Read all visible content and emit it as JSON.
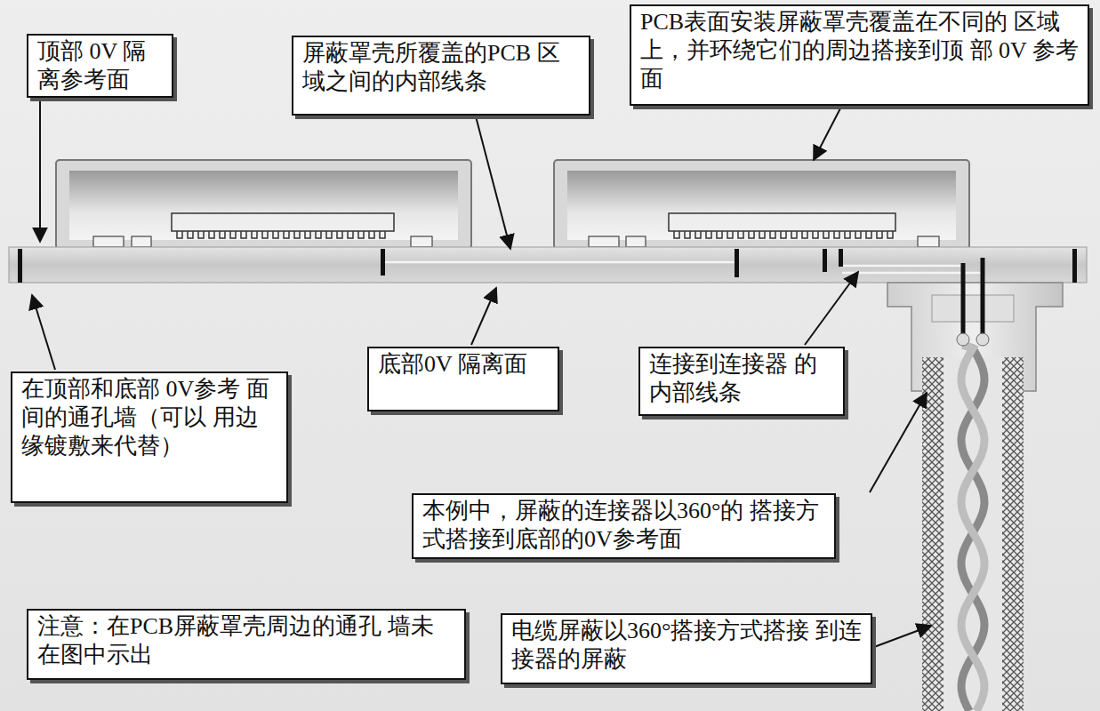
{
  "diagram": {
    "nodes": [
      {
        "text": [
          "顶部 0V 隔离参考面"
        ]
      },
      {
        "text": [
          "屏蔽罩壳所覆盖的PCB 区域之间的内部线条"
        ]
      },
      {
        "text": [
          "PCB表面安装屏蔽罩壳覆盖在不同的 区域上，并环绕它们的周边搭接到顶 部 0V 参考面"
        ]
      },
      {
        "text": [
          "在顶部和底部 0V参考 面间的通孔墙（可以 用边缘镀敷来代替）"
        ]
      },
      {
        "text": [
          "底部0V 隔离面"
        ]
      },
      {
        "text": [
          "连接到连接器 的内部线条"
        ]
      },
      {
        "text": [
          "本例中，屏蔽的连接器以360°的 搭接方式搭接到底部的0V参考面"
        ]
      },
      {
        "text": [
          "注意：在PCB屏蔽罩壳周边的通孔 墙未在图中示出"
        ]
      },
      {
        "text": [
          "电缆屏蔽以360°搭接方式搭接 到连接器的屏蔽"
        ]
      }
    ]
  }
}
